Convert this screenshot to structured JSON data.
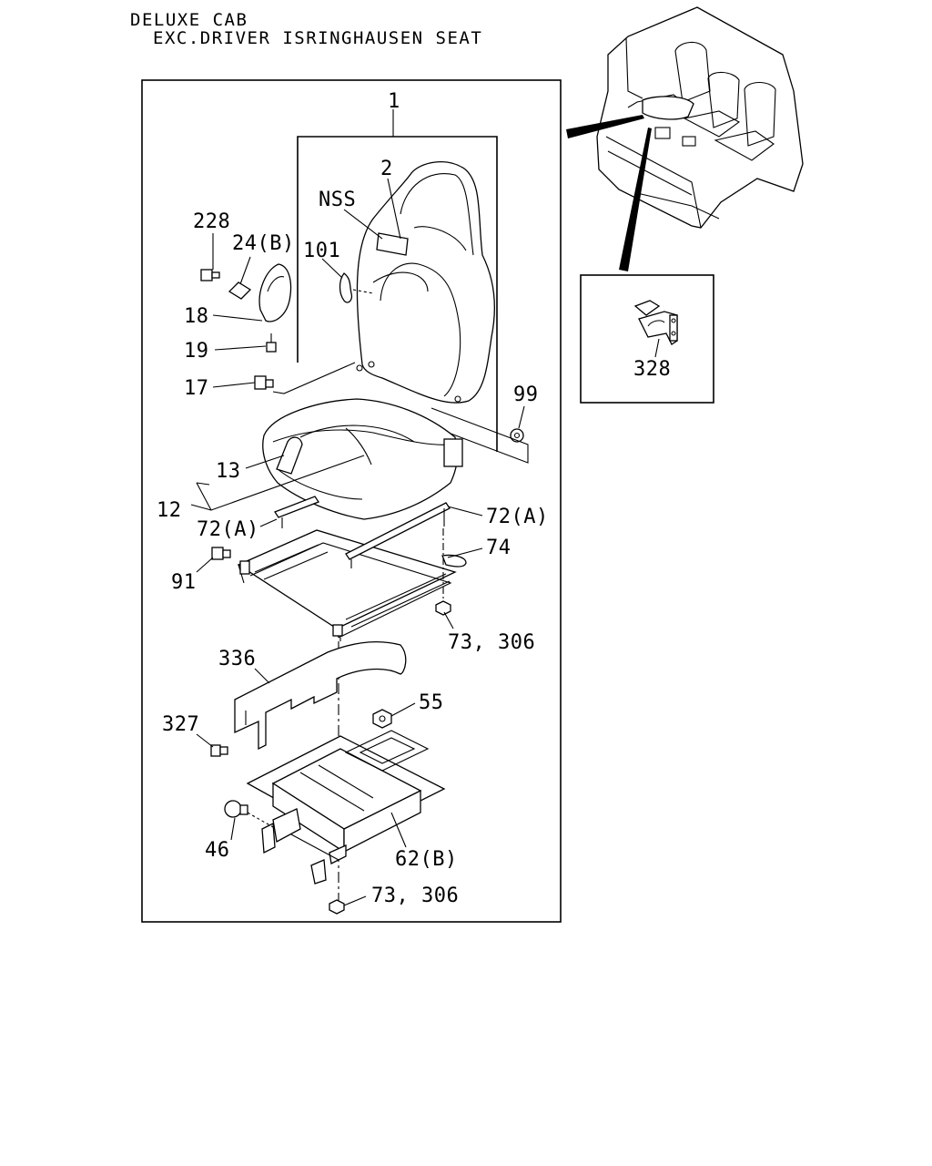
{
  "header": {
    "line1": "DELUXE CAB",
    "line2": "EXC.DRIVER ISRINGHAUSEN SEAT"
  },
  "callouts": {
    "c1": "1",
    "c2": "2",
    "nss": "NSS",
    "c101": "101",
    "c228": "228",
    "c24b": "24(B)",
    "c18": "18",
    "c19": "19",
    "c17": "17",
    "c99": "99",
    "c13": "13",
    "c12": "12",
    "c72a_left": "72(A)",
    "c72a_right": "72(A)",
    "c74": "74",
    "c91": "91",
    "c73_306_top": "73, 306",
    "c336": "336",
    "c55": "55",
    "c327": "327",
    "c46": "46",
    "c62b": "62(B)",
    "c73_306_bottom": "73, 306",
    "c328": "328"
  }
}
